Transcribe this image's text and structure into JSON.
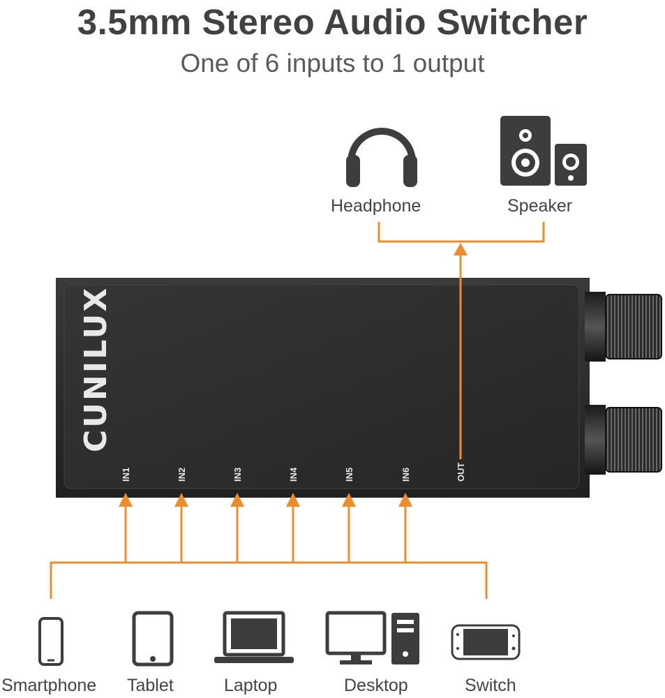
{
  "header": {
    "title": "3.5mm Stereo Audio Switcher",
    "subtitle": "One of 6 inputs to 1 output"
  },
  "outputs": [
    {
      "label": "Headphone",
      "icon": "headphone-icon"
    },
    {
      "label": "Speaker",
      "icon": "speaker-icon"
    }
  ],
  "device": {
    "brand": "CUNILUX",
    "ports": [
      "IN1",
      "IN2",
      "IN3",
      "IN4",
      "IN5",
      "IN6",
      "OUT"
    ]
  },
  "inputs": [
    {
      "label": "Smartphone",
      "icon": "smartphone-icon"
    },
    {
      "label": "Tablet",
      "icon": "tablet-icon"
    },
    {
      "label": "Laptop",
      "icon": "laptop-icon"
    },
    {
      "label": "Desktop",
      "icon": "desktop-icon"
    },
    {
      "label": "Switch",
      "icon": "game-console-icon"
    }
  ],
  "colors": {
    "arrow": "#ec8c2c",
    "device_body": "#2e2e2e",
    "icon": "#3d3d3d"
  }
}
